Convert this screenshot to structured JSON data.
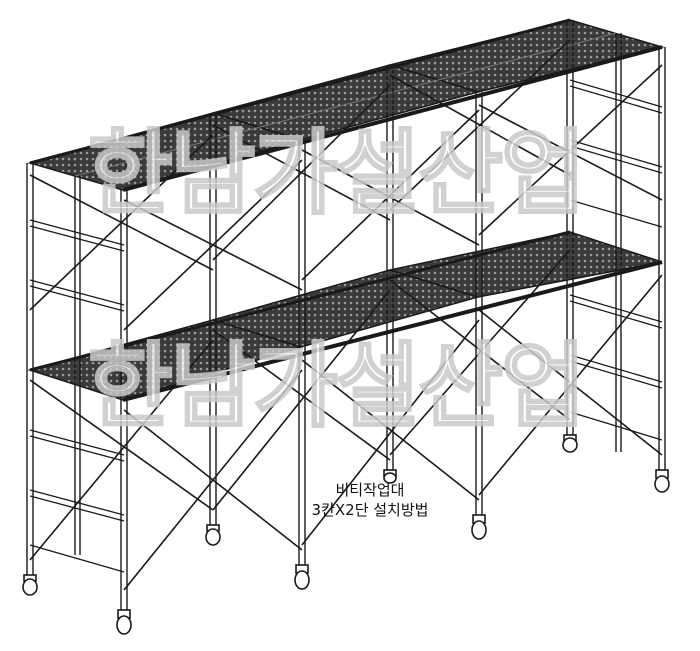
{
  "diagram": {
    "caption_line_1": "비티작업대",
    "caption_line_2": "3칸X2단 설치방법"
  },
  "watermark": {
    "text": "한남가설산업"
  },
  "colors": {
    "frame_stroke": "#1a1a1a",
    "frame_fill": "#ffffff",
    "deck_fill": "#333333",
    "watermark_stroke": "#c9c9c9"
  }
}
